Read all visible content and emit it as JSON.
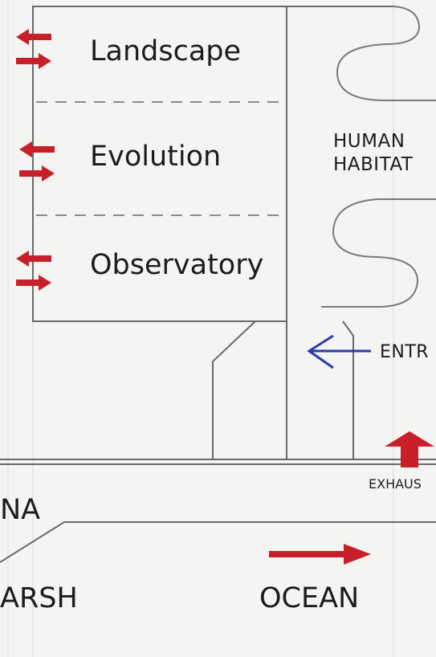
{
  "rooms": [
    {
      "label": "Landscape"
    },
    {
      "label": "Evolution"
    },
    {
      "label": "Observatory"
    }
  ],
  "zones": {
    "human_habitat_line1": "HUMAN",
    "human_habitat_line2": "HABITAT",
    "entry": "ENTR",
    "exhaust": "EXHAUS",
    "left_top": "NA",
    "marsh": "ARSH",
    "ocean": "OCEAN"
  },
  "colors": {
    "flow_arrow": "#c8202a",
    "entry_arrow": "#2d3aa8",
    "line": "#6a6a6a",
    "text": "#1c1c1c"
  },
  "icons": {
    "exchange": "double-arrow-icon",
    "entry": "left-arrow-icon",
    "exhaust": "up-arrow-icon",
    "flow": "right-arrow-icon"
  }
}
